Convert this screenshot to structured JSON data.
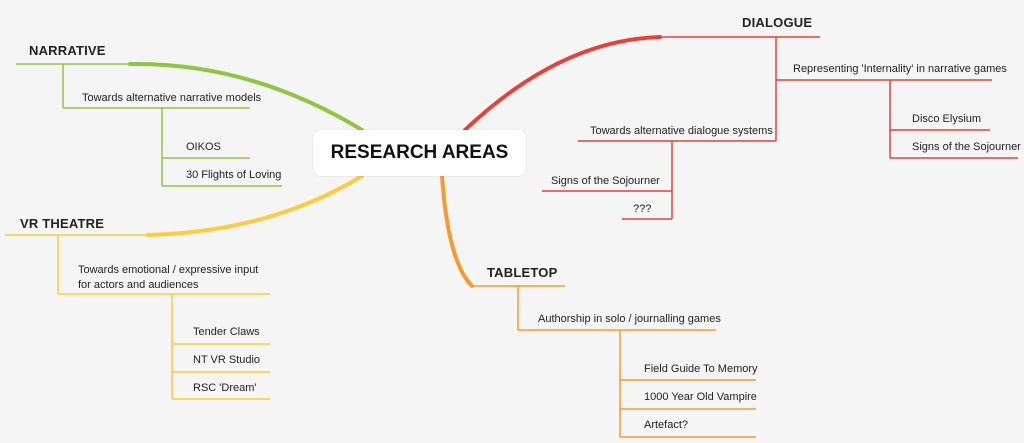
{
  "center": {
    "label": "RESEARCH AREAS"
  },
  "colors": {
    "narrative": "#8dc63f",
    "vr_theatre": "#fccc3a",
    "dialogue": "#e8403a",
    "tabletop": "#f79a2e"
  },
  "narrative": {
    "label": "NARRATIVE",
    "models": {
      "label": "Towards alternative narrative models",
      "items": [
        "OIKOS",
        "30 Flights of Loving"
      ]
    }
  },
  "vr_theatre": {
    "label": "VR THEATRE",
    "input": {
      "label": "Towards emotional / expressive input for actors and audiences",
      "items": [
        "Tender Claws",
        "NT VR Studio",
        "RSC 'Dream'"
      ]
    }
  },
  "dialogue": {
    "label": "DIALOGUE",
    "internality": {
      "label": "Representing 'Internality' in narrative games",
      "items": [
        "Disco Elysium",
        "Signs of the Sojourner"
      ]
    },
    "systems": {
      "label": "Towards alternative dialogue systems",
      "items": [
        "Signs of the Sojourner",
        "???"
      ]
    }
  },
  "tabletop": {
    "label": "TABLETOP",
    "authorship": {
      "label": "Authorship in solo / journalling games",
      "items": [
        "Field Guide To Memory",
        "1000 Year Old Vampire",
        "Artefact?"
      ]
    }
  }
}
